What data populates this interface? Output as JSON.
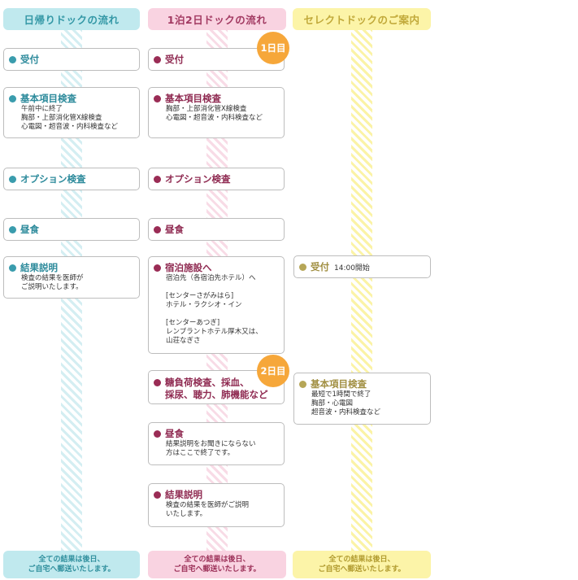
{
  "columns": [
    {
      "title": "日帰りドックの流れ",
      "footer": "全ての結果は後日、\nご自宅へ郵送いたします。",
      "steps": [
        {
          "title": "受付"
        },
        {
          "title": "基本項目検査",
          "desc": "午前中に終了\n胸部・上部消化管X線検査\n心電図・超音波・内科検査など"
        },
        {
          "title": "オプション検査"
        },
        {
          "title": "昼食"
        },
        {
          "title": "結果説明",
          "desc": "検査の結果を医師が\nご説明いたします。"
        }
      ]
    },
    {
      "title": "1泊2日ドックの流れ",
      "footer": "全ての結果は後日、\nご自宅へ郵送いたします。",
      "badges": [
        "1日目",
        "2日目"
      ],
      "steps": [
        {
          "title": "受付"
        },
        {
          "title": "基本項目検査",
          "desc": "胸部・上部消化管X線検査\n心電図・超音波・内科検査など"
        },
        {
          "title": "オプション検査"
        },
        {
          "title": "昼食"
        },
        {
          "title": "宿泊施設へ",
          "desc": "宿泊先（各宿泊先ホテル）へ\n\n[センターさがみはら]\nホテル・ラクシオ・イン\n\n[センターあつぎ]\nレンブラントホテル厚木又は、\n山荘なぎさ"
        },
        {
          "title": "糖負荷検査、採血、\n採尿、聴力、肺機能など"
        },
        {
          "title": "昼食",
          "desc": "結果説明をお聞きにならない\n方はここで終了です。"
        },
        {
          "title": "結果説明",
          "desc": "検査の結果を医師がご説明\nいたします。"
        }
      ]
    },
    {
      "title": "セレクトドックのご案内",
      "footer": "全ての結果は後日、\nご自宅へ郵送いたします。",
      "steps": [
        {
          "title": "受付",
          "extra": "14:00開始"
        },
        {
          "title": "基本項目検査",
          "desc": "最短で1時間で終了\n胸部・心電図\n超音波・内科検査など"
        }
      ]
    }
  ],
  "colors": {
    "teal": "#c0e9ee",
    "pink": "#f9d3e1",
    "yellow": "#fcf4a8",
    "badge": "#f6a73a"
  }
}
